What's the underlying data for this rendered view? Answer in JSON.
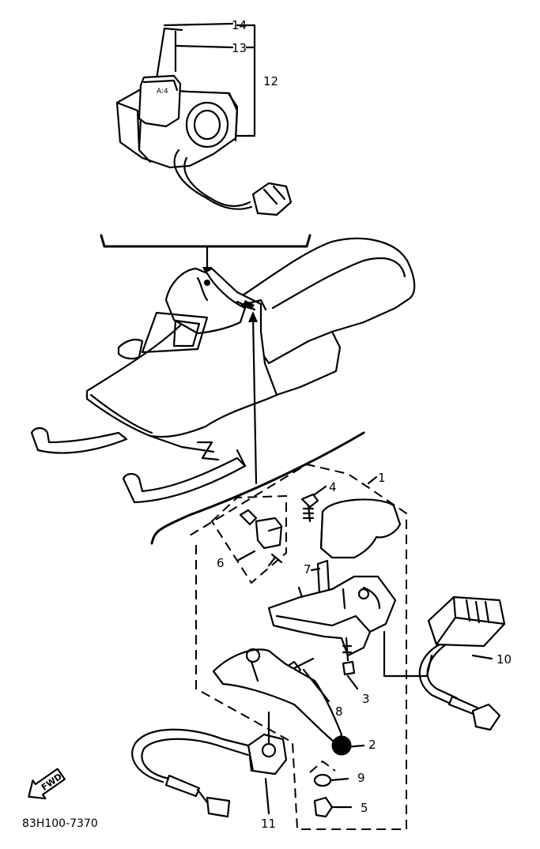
{
  "callouts": [
    "1",
    "2",
    "3",
    "4",
    "5",
    "6",
    "7",
    "8",
    "9",
    "10",
    "11",
    "12",
    "13",
    "14"
  ],
  "fwd_label": "FWD",
  "diagram_code": "83H100-7370"
}
